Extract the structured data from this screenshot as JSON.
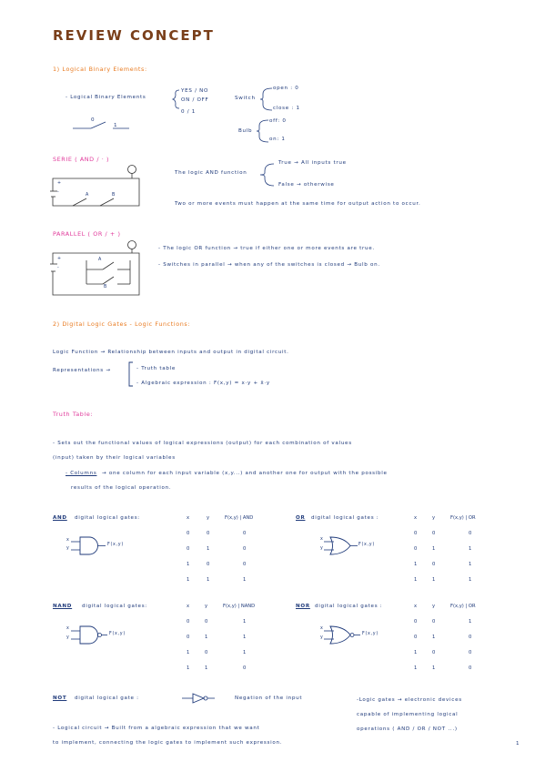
{
  "title": "REVIEW CONCEPT",
  "s1": {
    "heading": "1) Logical Binary Elements:",
    "lbe_label": "- Logical Binary Elements",
    "lbe_options": [
      "YES / NO",
      "ON / OFF",
      "0 / 1"
    ],
    "switch_label": "Switch",
    "switch_open": "open : 0",
    "switch_close": "close : 1",
    "switch_num_0": "0",
    "switch_num_1": "1",
    "bulb_label": "Bulb",
    "bulb_off": "off: 0",
    "bulb_on": "on: 1"
  },
  "serie": {
    "heading": "SERIE ( AND / · )",
    "plus": "+",
    "minus": "-",
    "a": "A",
    "b": "B",
    "and_text": "The logic AND function",
    "and_true": "True → All inputs true",
    "and_false": "False → otherwise",
    "and_note": "Two or more events must happen at the same time for output action to occur."
  },
  "parallel": {
    "heading": "PARALLEL ( OR / + )",
    "plus": "+",
    "minus": "-",
    "a": "A",
    "b": "B",
    "or_text": "- The logic OR function → true if either one or more events are true.",
    "or_switch": "- Switches in parallel → when any of the switches is closed → Bulb on."
  },
  "s2": {
    "heading": "2) Digital Logic Gates - Logic Functions:",
    "logic_function": "Logic Function → Relationship between inputs and output in digital circuit.",
    "representations": "Representations →",
    "rep_items": [
      "- Truth table",
      "- Algebraic expression : F(x,y) = x·y + x̄·y"
    ]
  },
  "truth_table": {
    "heading": "Truth Table:",
    "line1": "- Sets out the functional values of logical expressions (output) for each combination of values",
    "line2": "(input) taken by their logical variables",
    "line3_prefix": "- Columns",
    "line3": "→ one column for each input variable (x,y...) and another one for output with the possible",
    "line4": "results of the logical operation."
  },
  "gates": {
    "and_label": "AND",
    "or_label": "OR",
    "nand_label": "NAND",
    "nor_label": "NOR",
    "not_label": "NOT",
    "gates_suffix": "digital logical gates:",
    "gates_suffix_colon": "digital logical gates :",
    "not_suffix": "digital logical gate :",
    "x": "x",
    "y": "y",
    "fxy": "F(x,y)",
    "not_desc": "Negation of the input"
  },
  "tables": {
    "and": {
      "headers": [
        "x",
        "y",
        "F(x,y) | AND"
      ],
      "rows": [
        [
          "0",
          "0",
          "0"
        ],
        [
          "0",
          "1",
          "0"
        ],
        [
          "1",
          "0",
          "0"
        ],
        [
          "1",
          "1",
          "1"
        ]
      ]
    },
    "or": {
      "headers": [
        "x",
        "y",
        "F(x,y) | OR"
      ],
      "rows": [
        [
          "0",
          "0",
          "0"
        ],
        [
          "0",
          "1",
          "1"
        ],
        [
          "1",
          "0",
          "1"
        ],
        [
          "1",
          "1",
          "1"
        ]
      ]
    },
    "nand": {
      "headers": [
        "x",
        "y",
        "F(x,y) | NAND"
      ],
      "rows": [
        [
          "0",
          "0",
          "1"
        ],
        [
          "0",
          "1",
          "1"
        ],
        [
          "1",
          "0",
          "1"
        ],
        [
          "1",
          "1",
          "0"
        ]
      ]
    },
    "nor": {
      "headers": [
        "x",
        "y",
        "F(x,y) | OR"
      ],
      "rows": [
        [
          "0",
          "0",
          "1"
        ],
        [
          "0",
          "1",
          "0"
        ],
        [
          "1",
          "0",
          "0"
        ],
        [
          "1",
          "1",
          "0"
        ]
      ]
    }
  },
  "footer": {
    "logic_gates_1": "-Logic gates → electronic devices",
    "logic_gates_2": "capable of implementing logical",
    "logic_gates_3": "operations ( AND / OR / NOT ...)",
    "circuit_1": "- Logical circuit → Built from a algebraic expression that we want",
    "circuit_2": "to implement, connecting the logic gates to implement such expression.",
    "page_number": "1"
  }
}
